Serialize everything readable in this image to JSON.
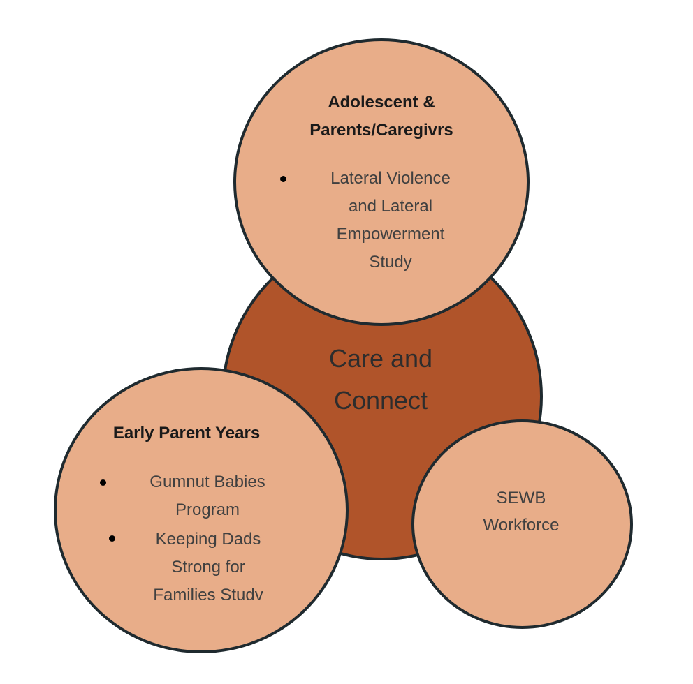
{
  "center": {
    "line1": "Care and",
    "line2": "Connect"
  },
  "top": {
    "heading_line1": "Adolescent &",
    "heading_line2": "Parents/Caregivrs",
    "items": [
      {
        "lines": [
          "Lateral Violence",
          "and Lateral",
          "Empowerment",
          "Study"
        ]
      }
    ]
  },
  "left": {
    "heading": "Early Parent Years",
    "items": [
      {
        "lines": [
          "Gumnut Babies",
          "Program"
        ]
      },
      {
        "lines": [
          "Keeping Dads",
          "Strong for",
          "Families Studv"
        ]
      }
    ]
  },
  "right": {
    "line1": "SEWB",
    "line2": "Workforce"
  },
  "colors": {
    "center_fill": "#b0542a",
    "outer_fill": "#e8ad89",
    "outline": "#1f2a2f"
  }
}
